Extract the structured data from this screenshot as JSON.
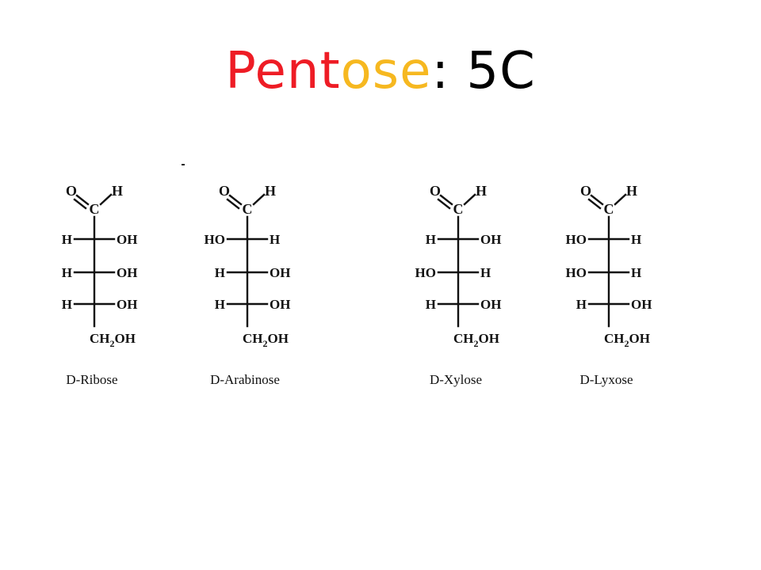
{
  "title": {
    "segments": [
      {
        "text": "Pen",
        "color": "#ee1c25"
      },
      {
        "text": "t",
        "color": "#ee1c25"
      },
      {
        "text": "ose",
        "color": "#f6b820"
      },
      {
        "text": ": 5C",
        "color": "#000000"
      }
    ]
  },
  "diagram": {
    "carbonyl": {
      "O": "O",
      "H": "H",
      "C": "C"
    },
    "terminal_group": "CH2OH",
    "molecules": [
      {
        "name": "D-Ribose",
        "rows": [
          [
            "H",
            "OH"
          ],
          [
            "H",
            "OH"
          ],
          [
            "H",
            "OH"
          ]
        ]
      },
      {
        "name": "D-Arabinose",
        "rows": [
          [
            "HO",
            "H"
          ],
          [
            "H",
            "OH"
          ],
          [
            "H",
            "OH"
          ]
        ]
      },
      {
        "name": "D-Xylose",
        "rows": [
          [
            "H",
            "OH"
          ],
          [
            "HO",
            "H"
          ],
          [
            "H",
            "OH"
          ]
        ]
      },
      {
        "name": "D-Lyxose",
        "rows": [
          [
            "HO",
            "H"
          ],
          [
            "HO",
            "H"
          ],
          [
            "H",
            "OH"
          ]
        ]
      }
    ]
  }
}
